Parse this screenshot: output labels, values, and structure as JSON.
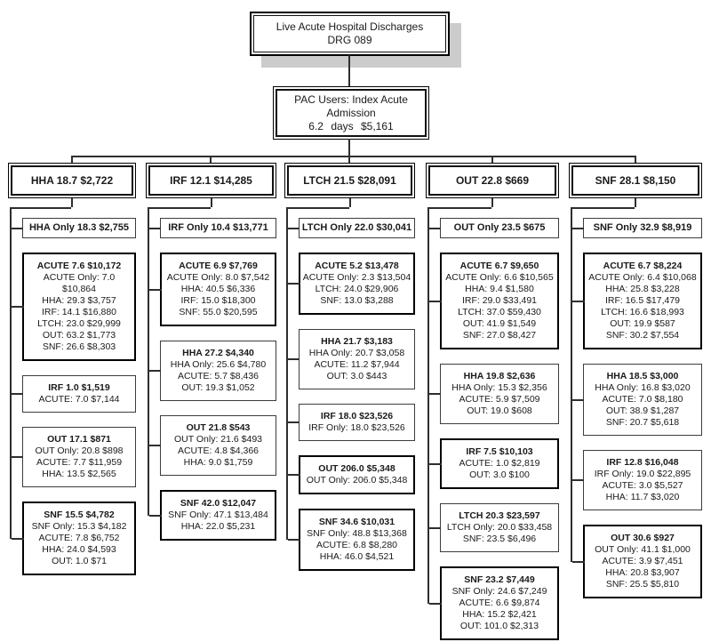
{
  "root": {
    "line1": "Live Acute Hospital Discharges",
    "line2": "DRG 089"
  },
  "pac": {
    "line1": "PAC Users: Index Acute Admission",
    "line2": "6.2 days $5,161"
  },
  "columns": [
    {
      "header": "HHA 18.7 $2,722",
      "boxes": [
        {
          "title": "HHA Only 18.3 $2,755",
          "lines": []
        },
        {
          "title": "ACUTE 7.6 $10,172",
          "emphasis": true,
          "lines": [
            "ACUTE Only: 7.0 $10,864",
            "HHA: 29.3 $3,757",
            "IRF: 14.1 $16,880",
            "LTCH: 23.0 $29,999",
            "OUT: 63.2 $1,773",
            "SNF: 26.6 $8,303"
          ]
        },
        {
          "title": "IRF 1.0 $1,519",
          "lines": [
            "ACUTE: 7.0 $7,144"
          ]
        },
        {
          "title": "OUT 17.1 $871",
          "lines": [
            "OUT Only: 20.8 $898",
            "ACUTE: 7.7 $11,959",
            "HHA: 13.5 $2,565"
          ]
        },
        {
          "title": "SNF 15.5 $4,782",
          "emphasis": true,
          "lines": [
            "SNF Only: 15.3 $4,182",
            "ACUTE: 7.8 $6,752",
            "HHA: 24.0 $4,593",
            "OUT: 1.0 $71"
          ]
        }
      ]
    },
    {
      "header": "IRF 12.1 $14,285",
      "boxes": [
        {
          "title": "IRF Only 10.4 $13,771",
          "lines": []
        },
        {
          "title": "ACUTE 6.9 $7,769",
          "emphasis": true,
          "lines": [
            "ACUTE Only: 8.0 $7,542",
            "HHA: 40.5 $6,336",
            "IRF: 15.0 $18,300",
            "SNF: 55.0 $20,595"
          ]
        },
        {
          "title": "HHA 27.2 $4,340",
          "lines": [
            "HHA Only: 25.6 $4,780",
            "ACUTE: 5.7 $8,436",
            "OUT: 19.3 $1,052"
          ]
        },
        {
          "title": "OUT 21.8 $543",
          "lines": [
            "OUT Only: 21.6 $493",
            "ACUTE: 4.8 $4,366",
            "HHA: 9.0 $1,759"
          ]
        },
        {
          "title": "SNF 42.0 $12,047",
          "emphasis": true,
          "lines": [
            "SNF Only: 47.1 $13,484",
            "HHA: 22.0 $5,231"
          ]
        }
      ]
    },
    {
      "header": "LTCH 21.5 $28,091",
      "boxes": [
        {
          "title": "LTCH Only 22.0 $30,041",
          "lines": []
        },
        {
          "title": "ACUTE 5.2 $13,478",
          "emphasis": true,
          "lines": [
            "ACUTE Only: 2.3 $13,504",
            "LTCH: 24.0 $29,906",
            "SNF: 13.0 $3,288"
          ]
        },
        {
          "title": "HHA 21.7 $3,183",
          "lines": [
            "HHA Only: 20.7 $3,058",
            "ACUTE: 11.2 $7,944",
            "OUT: 3.0 $443"
          ]
        },
        {
          "title": "IRF 18.0 $23,526",
          "lines": [
            "IRF Only: 18.0 $23,526"
          ]
        },
        {
          "title": "OUT 206.0 $5,348",
          "emphasis": true,
          "lines": [
            "OUT Only: 206.0 $5,348"
          ]
        },
        {
          "title": "SNF 34.6 $10,031",
          "emphasis": true,
          "lines": [
            "SNF Only: 48.8 $13,368",
            "ACUTE: 6.8 $8,280",
            "HHA: 46.0 $4,521"
          ]
        }
      ]
    },
    {
      "header": "OUT 22.8 $669",
      "boxes": [
        {
          "title": "OUT Only 23.5 $675",
          "lines": []
        },
        {
          "title": "ACUTE 6.7 $9,650",
          "emphasis": true,
          "lines": [
            "ACUTE Only: 6.6 $10,565",
            "HHA: 9.4 $1,580",
            "IRF: 29.0 $33,491",
            "LTCH: 37.0 $59,430",
            "OUT: 41.9 $1,549",
            "SNF: 27.0 $8,427"
          ]
        },
        {
          "title": "HHA 19.8 $2,636",
          "lines": [
            "HHA Only: 15.3 $2,356",
            "ACUTE: 5.9 $7,509",
            "OUT: 19.0 $608"
          ]
        },
        {
          "title": "IRF 7.5 $10,103",
          "emphasis": true,
          "lines": [
            "ACUTE: 1.0 $2,819",
            "OUT: 3.0 $100"
          ]
        },
        {
          "title": "LTCH 20.3 $23,597",
          "lines": [
            "LTCH Only: 20.0 $33,458",
            "SNF: 23.5 $6,496"
          ]
        },
        {
          "title": "SNF 23.2 $7,449",
          "emphasis": true,
          "lines": [
            "SNF Only: 24.6 $7,249",
            "ACUTE: 6.6 $9,874",
            "HHA: 15.2 $2,421",
            "OUT: 101.0 $2,313"
          ]
        }
      ]
    },
    {
      "header": "SNF 28.1 $8,150",
      "boxes": [
        {
          "title": "SNF Only 32.9 $8,919",
          "lines": []
        },
        {
          "title": "ACUTE 6.7 $8,224",
          "emphasis": true,
          "lines": [
            "ACUTE Only: 6.4 $10,068",
            "HHA: 25.8 $3,228",
            "IRF: 16.5 $17,479",
            "LTCH: 16.6 $18,993",
            "OUT: 19.9 $587",
            "SNF: 30.2 $7,554"
          ]
        },
        {
          "title": "HHA 18.5 $3,000",
          "lines": [
            "HHA Only: 16.8 $3,020",
            "ACUTE: 7.0 $8,180",
            "OUT: 38.9 $1,287",
            "SNF: 20.7 $5,618"
          ]
        },
        {
          "title": "IRF 12.8 $16,048",
          "lines": [
            "IRF Only: 19.0 $22,895",
            "ACUTE: 3.0 $5,527",
            "HHA: 11.7 $3,020"
          ]
        },
        {
          "title": "OUT 30.6 $927",
          "emphasis": true,
          "lines": [
            "OUT Only: 41.1 $1,000",
            "ACUTE: 3.9 $7,451",
            "HHA: 20.8 $3,907",
            "SNF: 25.5 $5,810"
          ]
        }
      ]
    }
  ]
}
